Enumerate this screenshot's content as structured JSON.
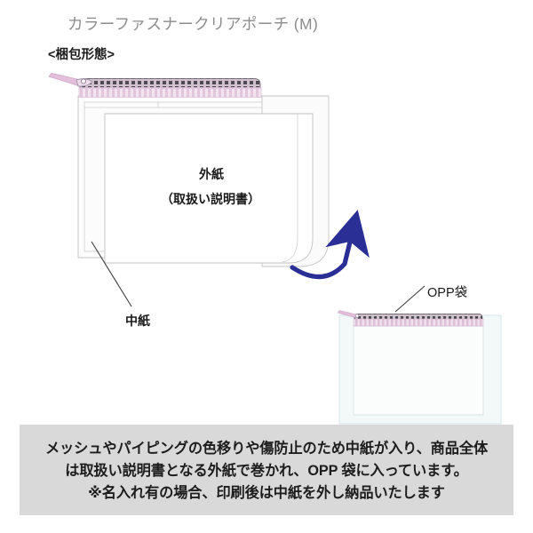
{
  "page": {
    "title": "カラーファスナークリアポーチ (M)",
    "section_heading": "<梱包形態>",
    "background_color": "#ffffff"
  },
  "diagram": {
    "labels": {
      "outer_paper_line1": "外紙",
      "outer_paper_line2": "（取扱い説明書）",
      "inner_paper": "中紙",
      "opp_bag": "OPP袋"
    },
    "colors": {
      "zipper_tape": "#e8cfe0",
      "zipper_teeth": "#f2e2ee",
      "zipper_edge": "#5a5560",
      "zipper_pull": "#ddb8d4",
      "paper_outline": "#b8b8b8",
      "paper_fill": "#fbfbfb",
      "arrow": "#2a2f96",
      "opp_bag_fill": "#f2f8f8",
      "opp_bag_outline": "#cfe0e4",
      "leader_line": "#4a4a4a"
    },
    "elements": [
      "zipper-pouch-with-inner-paper",
      "outer-paper-wrap",
      "rotation-arrow",
      "opp-bag-with-pouch"
    ]
  },
  "note": {
    "lines": [
      "メッシュやパイピングの色移りや傷防止のため中紙が入り、商品全体",
      "は取扱い説明書となる外紙で巻かれ、OPP 袋に入っています。",
      "※名入れ有の場合、印刷後は中紙を外し納品いたします"
    ],
    "background_color": "#d9d9d9"
  }
}
